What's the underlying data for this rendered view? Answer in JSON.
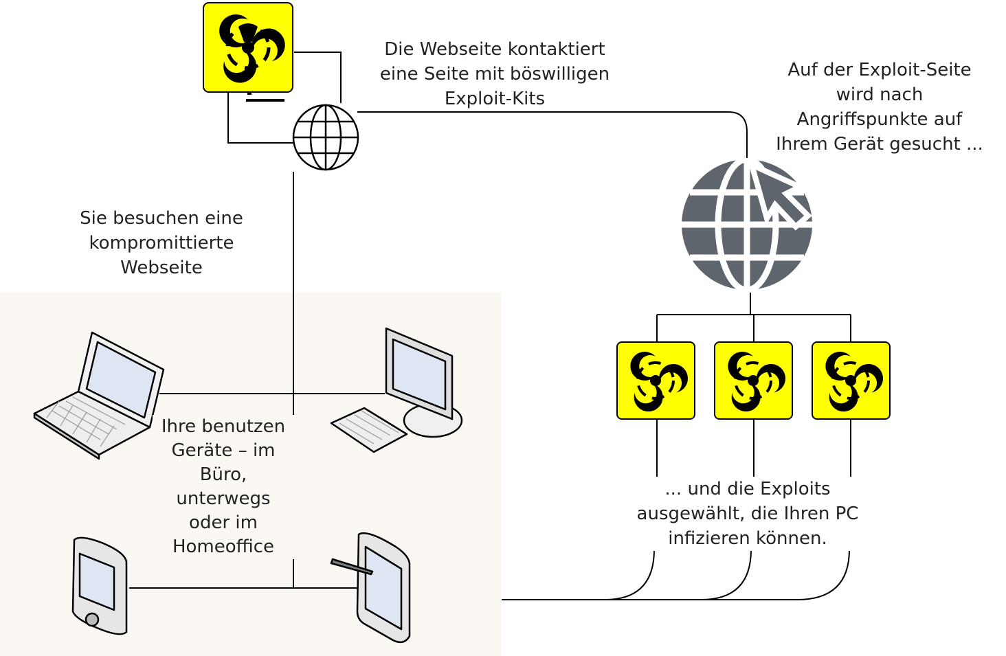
{
  "labels": {
    "exploit_kits": "Die Webseite kontaktiert\neine Seite mit böswilligen\nExploit-Kits",
    "exploit_site": "Auf der Exploit-Seite\nwird nach\nAngriffspunkte auf\nIhrem Gerät gesucht ...",
    "compromised_site": "Sie besuchen eine\nkompromittierte\nWebseite",
    "devices": "Ihre benutzen\nGeräte – im\nBüro,\nunterwegs\noder im\nHomeoffice",
    "exploits_selected": "... und die Exploits\nausgewählt, die Ihren PC\ninfizieren können."
  },
  "icons": {
    "malicious_server": "biohazard-server-icon",
    "web_globe": "globe-icon",
    "exploit_globe": "globe-cursor-icon",
    "exploit": "biohazard-icon",
    "laptop": "laptop-icon",
    "desktop": "desktop-computer-icon",
    "pda": "handheld-icon",
    "tablet": "tablet-pen-icon"
  },
  "colors": {
    "hazard_yellow": "#ffff00",
    "globe_gray": "#5f656d",
    "line": "#000000",
    "device_zone": "#fbf8f4"
  }
}
